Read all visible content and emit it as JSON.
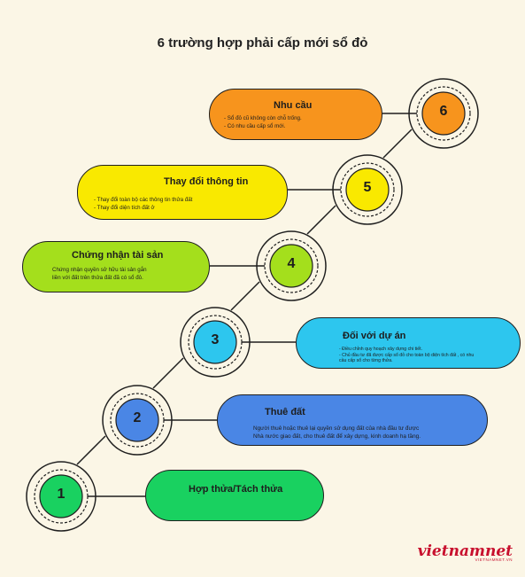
{
  "title": "6 trường hợp phải cấp mới sổ đỏ",
  "colors": {
    "bg": "#fbf6e6",
    "orange": "#f7941d",
    "yellow": "#f9e900",
    "lime": "#a4df1c",
    "cyan": "#2dc6ee",
    "blue": "#4a86e5",
    "green": "#19d160"
  },
  "steps": [
    {
      "number": "1",
      "title": "Hợp thửa/Tách thửa",
      "lines": [],
      "icon": "split-grid-icon"
    },
    {
      "number": "2",
      "title": "Thuê đất",
      "lines": [
        "Người thuê hoặc thuê lại quyền sử dụng đất của nhà đầu tư được",
        "Nhà nước giao đất, cho thuê đất để xây dựng, kinh doanh hạ tầng."
      ],
      "icon": "rent-icon"
    },
    {
      "number": "3",
      "title": "Đối với dự án",
      "lines": [
        "- Điều chỉnh quy hoạch xây dựng chi tiết.",
        "- Chủ đầu tư đã được cấp sổ đỏ cho toàn bộ diện tích đất , có nhu",
        "  cầu cấp sổ cho từng thửa."
      ],
      "icon": "project-icon"
    },
    {
      "number": "4",
      "title": "Chứng nhận tài sản",
      "lines": [
        "Chứng nhận quyền sở hữu tài sản gắn",
        "liền với đất trên thửa đất đã có sổ đỏ."
      ],
      "icon": "house-check-icon"
    },
    {
      "number": "5",
      "title": "Thay đổi thông tin",
      "lines": [
        "- Thay đổi toàn bộ các thông tin thửa đất",
        "- Thay đổi diện tích đất ở"
      ],
      "icon": "person-location-icon"
    },
    {
      "number": "6",
      "title": "Nhu cầu",
      "lines": [
        "- Sổ đỏ cũ không còn chỗ trống.",
        "- Có nhu cầu cấp sổ mới."
      ],
      "icon": "checklist-icon"
    }
  ],
  "logo": {
    "brand": "vietnamnet",
    "sub": "VIETNAMNET.VN"
  }
}
